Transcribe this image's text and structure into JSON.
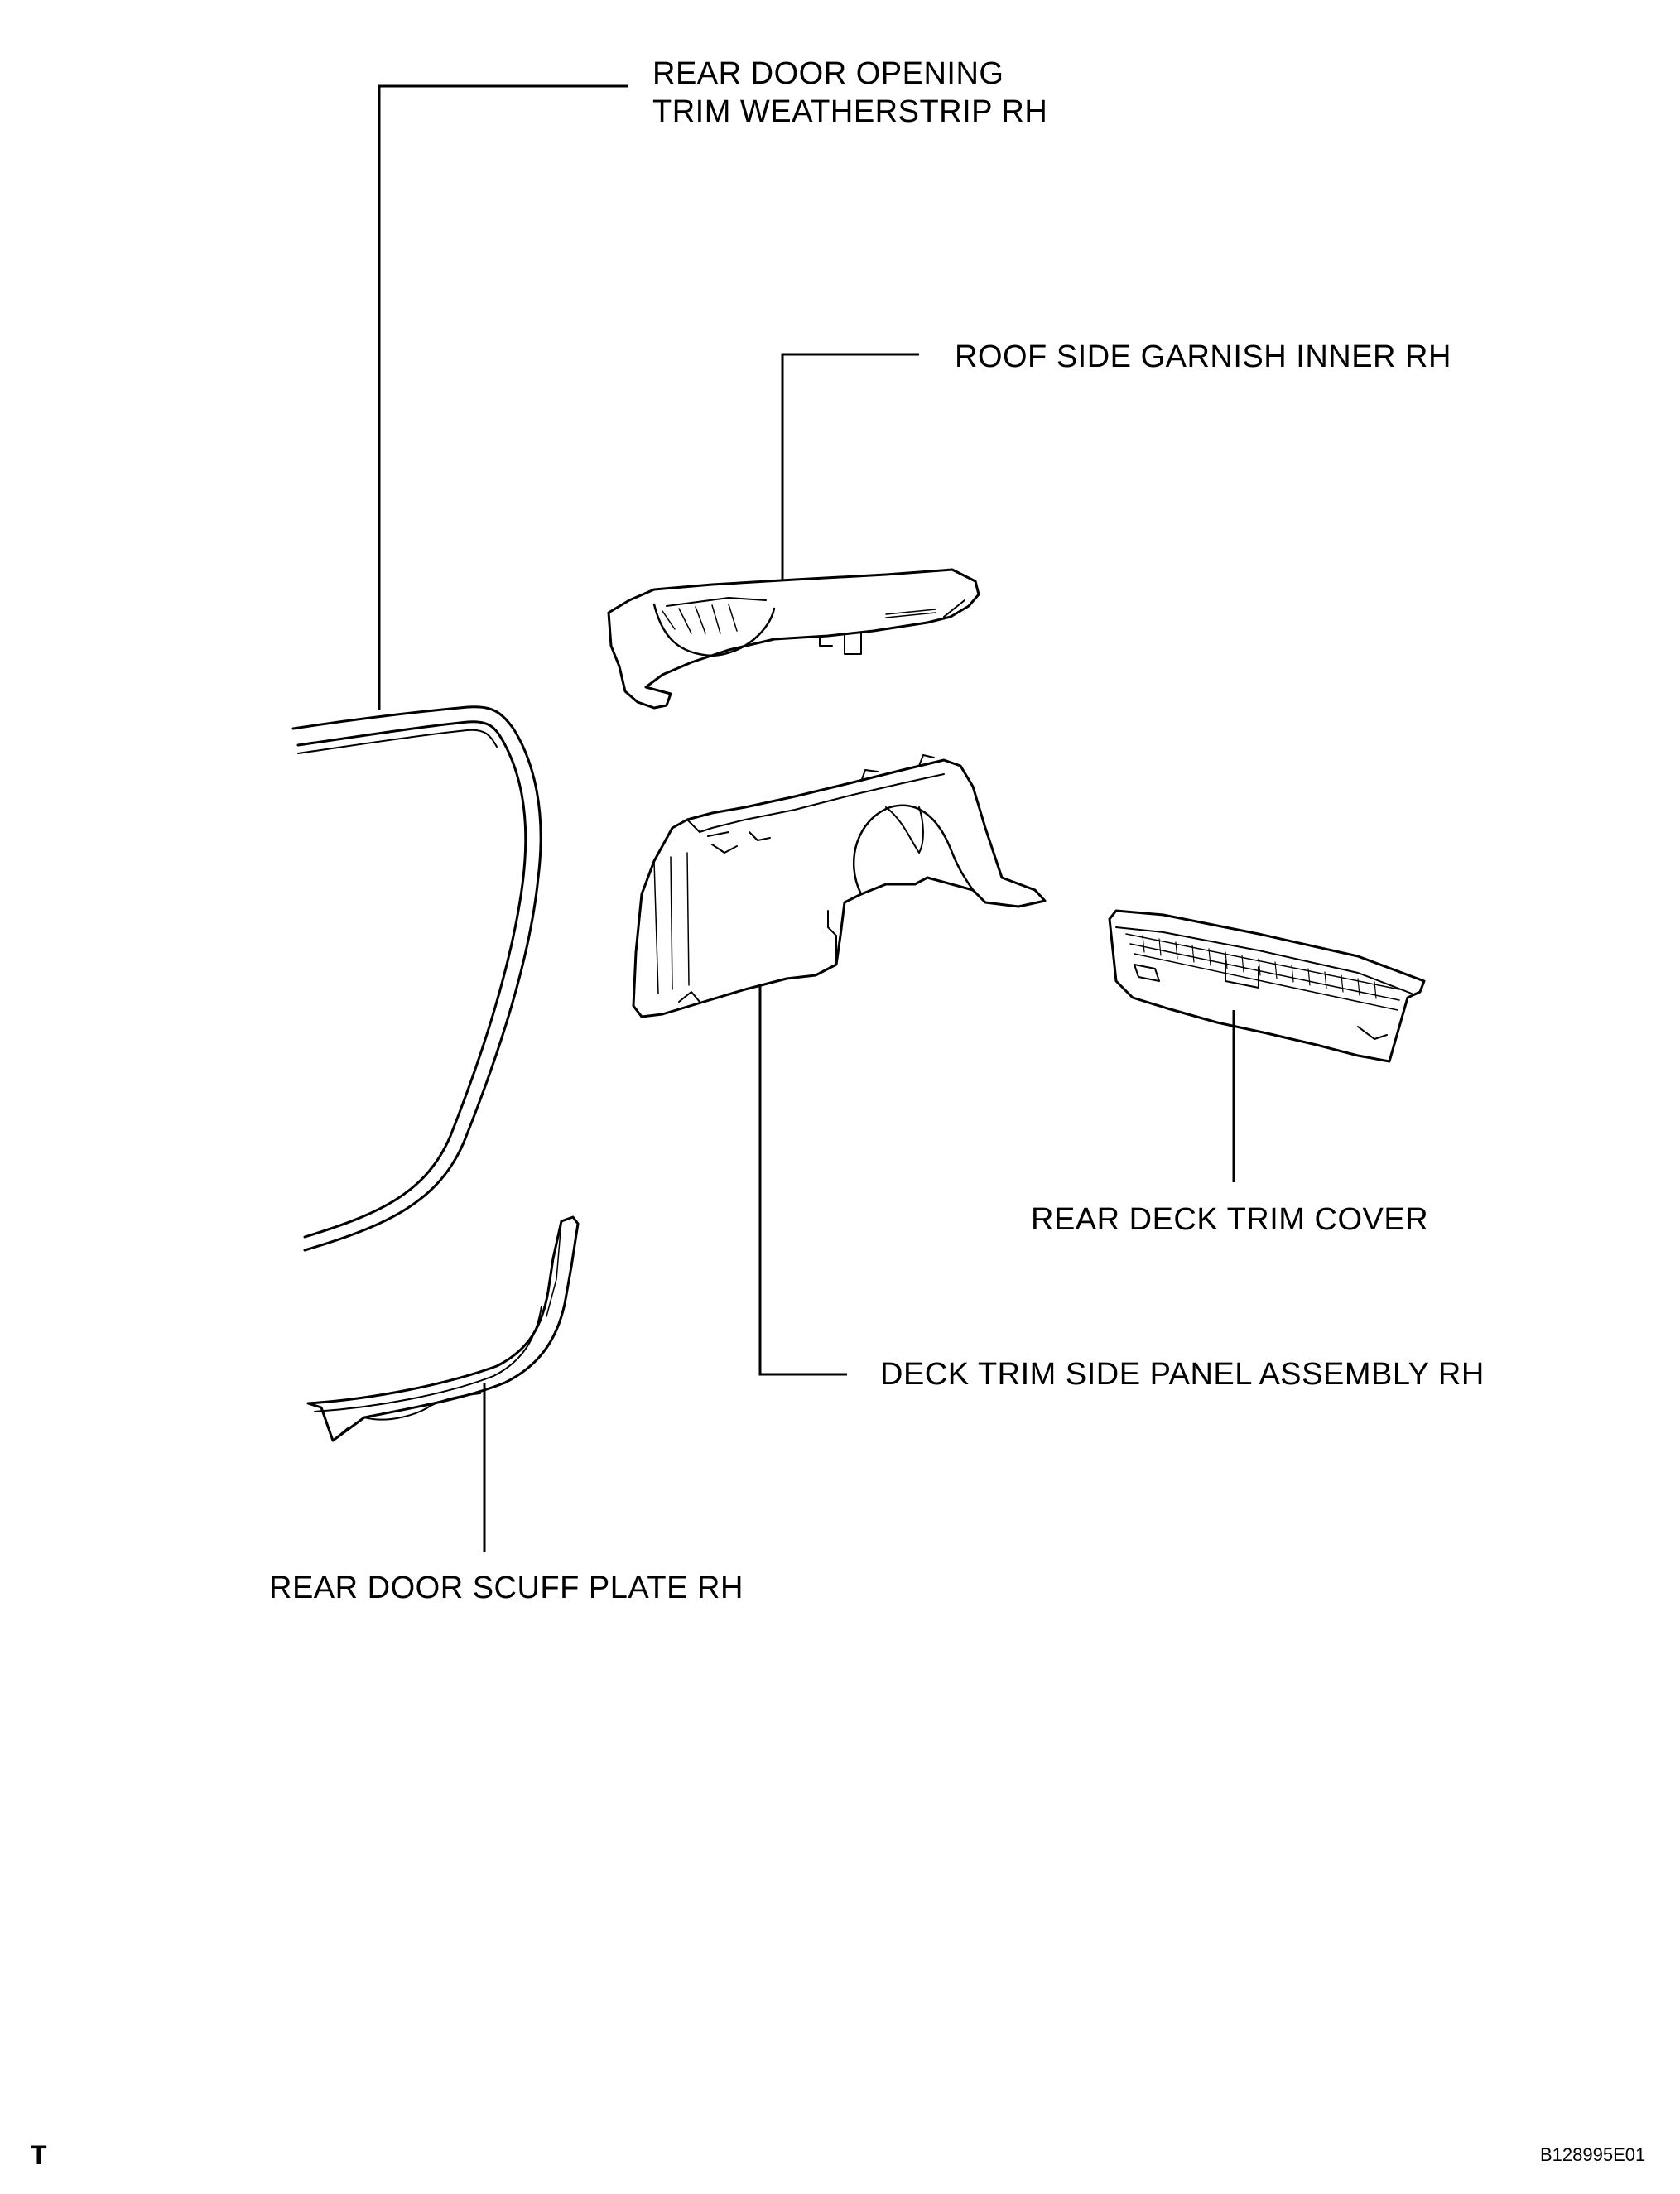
{
  "callouts": {
    "weatherstrip": [
      "REAR DOOR OPENING",
      "TRIM WEATHERSTRIP RH"
    ],
    "roof_garnish": "ROOF SIDE GARNISH INNER RH",
    "deck_trim_cover": "REAR DECK TRIM COVER",
    "deck_side_panel": "DECK TRIM SIDE PANEL ASSEMBLY RH",
    "scuff_plate": "REAR DOOR SCUFF PLATE RH"
  },
  "footer": {
    "left_mark": "T",
    "figure_code": "B128995E01"
  }
}
